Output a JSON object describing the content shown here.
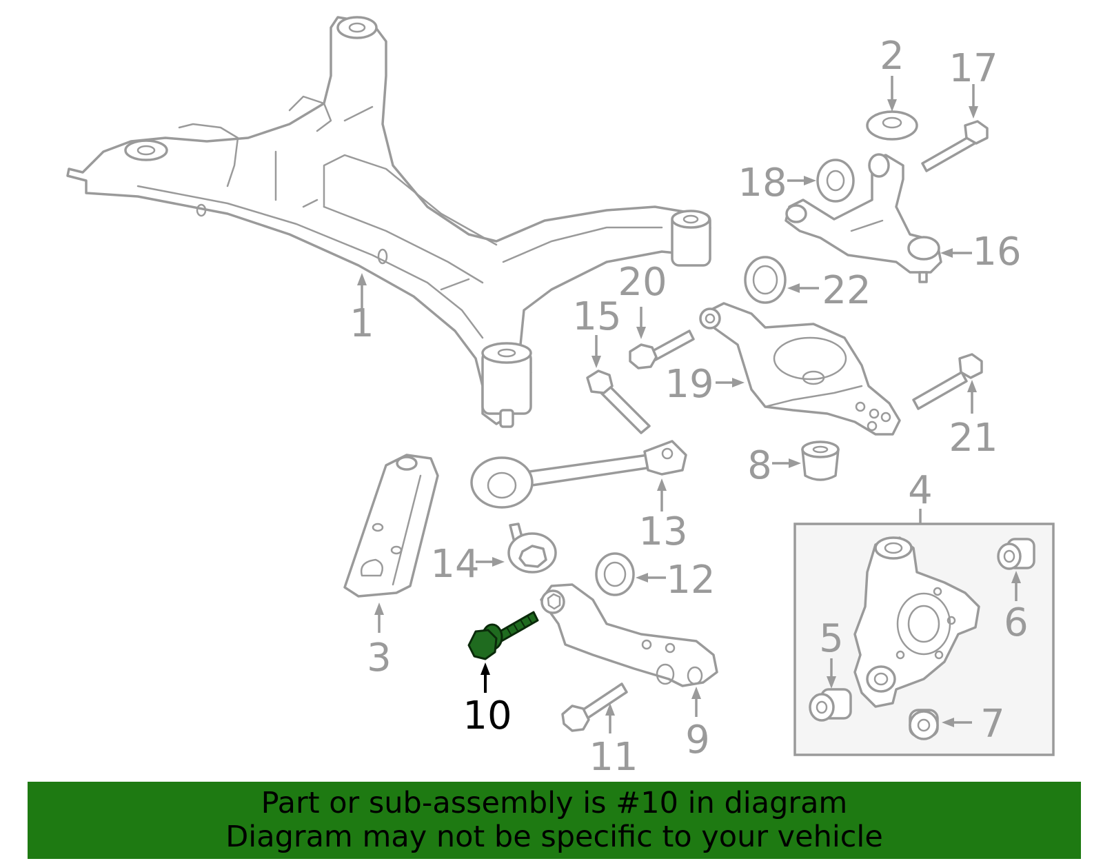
{
  "diagram": {
    "callouts": {
      "c1": "1",
      "c2": "2",
      "c3": "3",
      "c4": "4",
      "c5": "5",
      "c6": "6",
      "c7": "7",
      "c8": "8",
      "c9": "9",
      "c10": "10",
      "c11": "11",
      "c12": "12",
      "c13": "13",
      "c14": "14",
      "c15": "15",
      "c16": "16",
      "c17": "17",
      "c18": "18",
      "c19": "19",
      "c20": "20",
      "c21": "21",
      "c22": "22"
    },
    "highlighted_part": "10",
    "colors": {
      "line": "#9a9a9a",
      "highlight_fill": "#1f6b1f",
      "highlight_label": "#000000",
      "banner_bg": "#1e7a12",
      "inset_bg": "#f5f5f5"
    }
  },
  "banner": {
    "line1": "Part or sub-assembly is #10 in diagram",
    "line2": "Diagram may not be specific to your vehicle"
  }
}
